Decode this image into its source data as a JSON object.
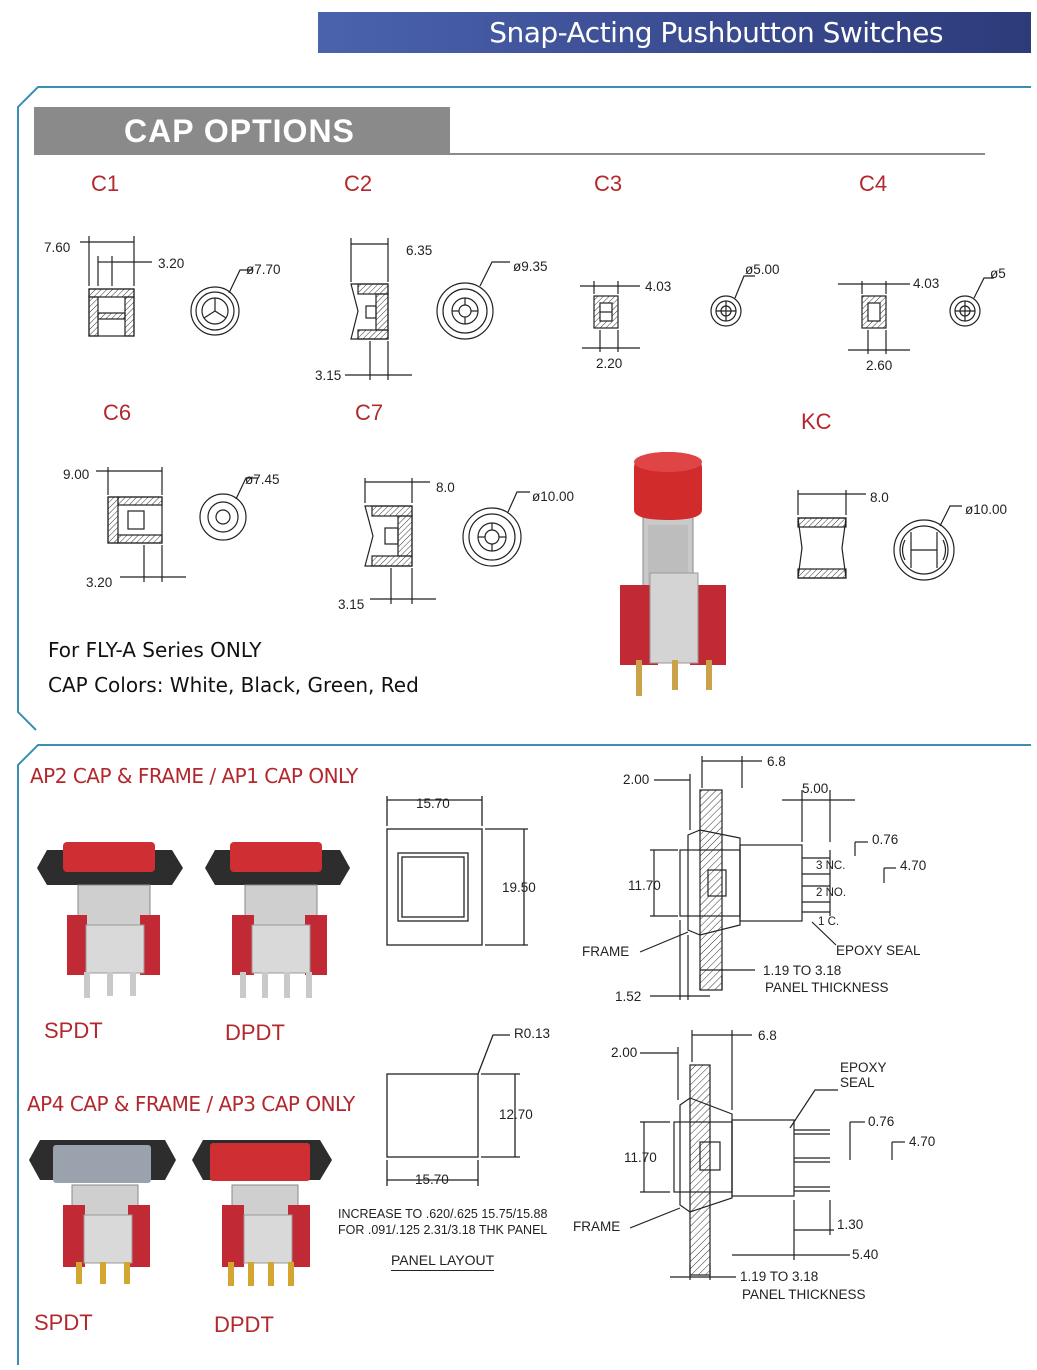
{
  "header": {
    "title": "Snap-Acting Pushbutton Switches"
  },
  "cap_section": {
    "title": "CAP  OPTIONS",
    "caps": [
      {
        "id": "C1",
        "dims": [
          "7.60",
          "3.20",
          "ø7.70"
        ]
      },
      {
        "id": "C2",
        "dims": [
          "6.35",
          "ø9.35",
          "3.15"
        ]
      },
      {
        "id": "C3",
        "dims": [
          "4.03",
          "ø5.00",
          "2.20"
        ]
      },
      {
        "id": "C4",
        "dims": [
          "4.03",
          "ø5",
          "2.60"
        ]
      },
      {
        "id": "C6",
        "dims": [
          "9.00",
          "ø7.45",
          "3.20"
        ]
      },
      {
        "id": "C7",
        "dims": [
          "8.0",
          "ø10.00",
          "3.15"
        ]
      },
      {
        "id": "KC",
        "dims": [
          "8.0",
          "ø10.00"
        ]
      }
    ],
    "note_series": "For FLY-A Series ONLY",
    "note_colors": "CAP Colors: White, Black, Green, Red"
  },
  "frame_section": {
    "ap2_title": "AP2 CAP & FRAME / AP1 CAP ONLY",
    "ap4_title": "AP4 CAP & FRAME / AP3 CAP ONLY",
    "spdt": "SPDT",
    "dpdt": "DPDT",
    "ap2_dims": {
      "width": "15.70",
      "height": "19.50"
    },
    "ap4_dims": {
      "radius": "R0.13",
      "height": "12.70",
      "width": "15.70"
    },
    "panel_note_1": "INCREASE TO .620/.625  15.75/15.88",
    "panel_note_2": "FOR .091/.125  2.31/3.18 THK PANEL",
    "panel_layout": "PANEL LAYOUT",
    "side1": {
      "d1": "2.00",
      "d2": "6.8",
      "d3": "5.00",
      "d4": "0.76",
      "d5": "4.70",
      "d6": "11.70",
      "t3": "3 NC.",
      "t2": "2 NO.",
      "t1": "1 C.",
      "epoxy": "EPOXY SEAL",
      "frame": "FRAME",
      "panel1": "1.19 TO 3.18",
      "panel2": "PANEL THICKNESS",
      "d7": "1.52"
    },
    "side2": {
      "d1": "2.00",
      "d2": "6.8",
      "epoxy1": "EPOXY",
      "epoxy2": "SEAL",
      "d4": "0.76",
      "d5": "4.70",
      "d6": "11.70",
      "frame": "FRAME",
      "d8": "1.30",
      "d9": "5.40",
      "panel1": "1.19 TO 3.18",
      "panel2": "PANEL THICKNESS"
    }
  }
}
